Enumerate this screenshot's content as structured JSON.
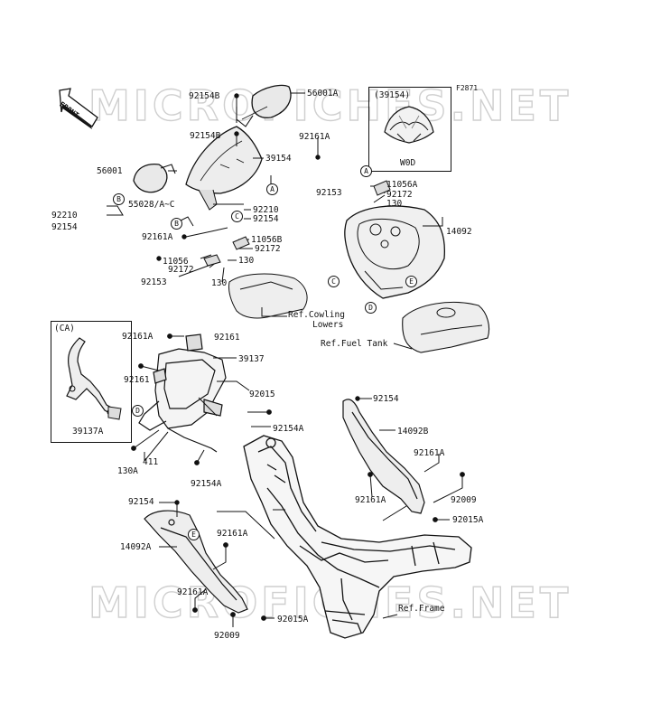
{
  "watermark": {
    "text": "MICROFICHES.NET"
  },
  "diagram_code": "F2871",
  "front_label": "FRONT",
  "variant_boxes": {
    "wod": {
      "code": "(39154)",
      "label": "W0D"
    },
    "ca": {
      "code": "(CA)"
    }
  },
  "callouts": [
    "A",
    "B",
    "C",
    "D",
    "E"
  ],
  "parts": {
    "p92154B_top": "92154B",
    "p56001A": "56001A",
    "p92154B_mid": "92154B",
    "p92161A_top": "92161A",
    "p56001": "56001",
    "p39154": "39154",
    "p92153_top": "92153",
    "p55028": "55028/A~C",
    "p92210_mid": "92210",
    "p92154_mid": "92154",
    "p92210_left": "92210",
    "p92154_left": "92154",
    "p92161A_left": "92161A",
    "p11056B": "11056B",
    "p92172_mid": "92172",
    "p11056": "11056",
    "p130_mid": "130",
    "p92172_low": "92172",
    "p92153_low": "92153",
    "p130_low": "130",
    "p11056A": "11056A",
    "p92172_right": "92172",
    "p130_right": "130",
    "p14092": "14092",
    "p92161A_frame": "92161A",
    "p92161_frame": "92161",
    "p39137": "39137",
    "p92161_left": "92161",
    "p92015": "92015",
    "p39137A": "39137A",
    "p92154A_mid": "92154A",
    "p92154_right": "92154",
    "p14092B": "14092B",
    "p130A": "130A",
    "p411": "411",
    "p92154A_low": "92154A",
    "p92161A_right": "92161A",
    "p92161A_right2": "92161A",
    "p92009_right": "92009",
    "p92015A_right": "92015A",
    "p92154_lower": "92154",
    "p14092A": "14092A",
    "p92161A_lower": "92161A",
    "p92161A_bottom": "92161A",
    "p92015A_bottom": "92015A",
    "p92009_bottom": "92009"
  },
  "references": {
    "cowling_1": "Ref.Cowling",
    "cowling_2": "Lowers",
    "fuel_tank": "Ref.Fuel Tank",
    "frame": "Ref.Frame"
  }
}
